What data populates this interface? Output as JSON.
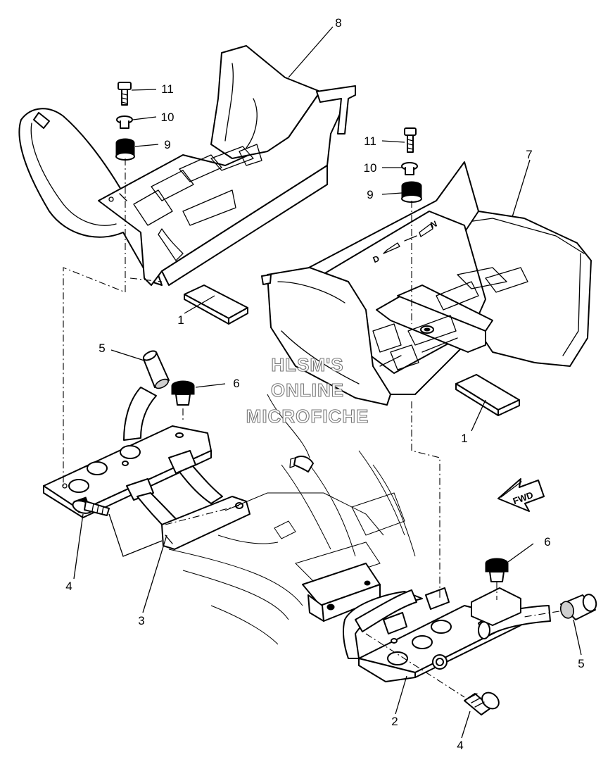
{
  "watermark": {
    "line1": "HLSM'S",
    "line2": "ONLINE",
    "line3": "MICROFICHE"
  },
  "direction_label": "FWD",
  "shift_marks": {
    "left": "D",
    "right": "N"
  },
  "callouts": [
    {
      "id": "callout-8",
      "label": "8"
    },
    {
      "id": "callout-11-left",
      "label": "11"
    },
    {
      "id": "callout-10-left",
      "label": "10"
    },
    {
      "id": "callout-9-left",
      "label": "9"
    },
    {
      "id": "callout-11-right",
      "label": "11"
    },
    {
      "id": "callout-10-right",
      "label": "10"
    },
    {
      "id": "callout-9-right",
      "label": "9"
    },
    {
      "id": "callout-7",
      "label": "7"
    },
    {
      "id": "callout-1-left",
      "label": "1"
    },
    {
      "id": "callout-1-right",
      "label": "1"
    },
    {
      "id": "callout-5-left",
      "label": "5"
    },
    {
      "id": "callout-6-left",
      "label": "6"
    },
    {
      "id": "callout-4-left",
      "label": "4"
    },
    {
      "id": "callout-3",
      "label": "3"
    },
    {
      "id": "callout-6-right",
      "label": "6"
    },
    {
      "id": "callout-5-right",
      "label": "5"
    },
    {
      "id": "callout-2",
      "label": "2"
    },
    {
      "id": "callout-4-right",
      "label": "4"
    }
  ]
}
